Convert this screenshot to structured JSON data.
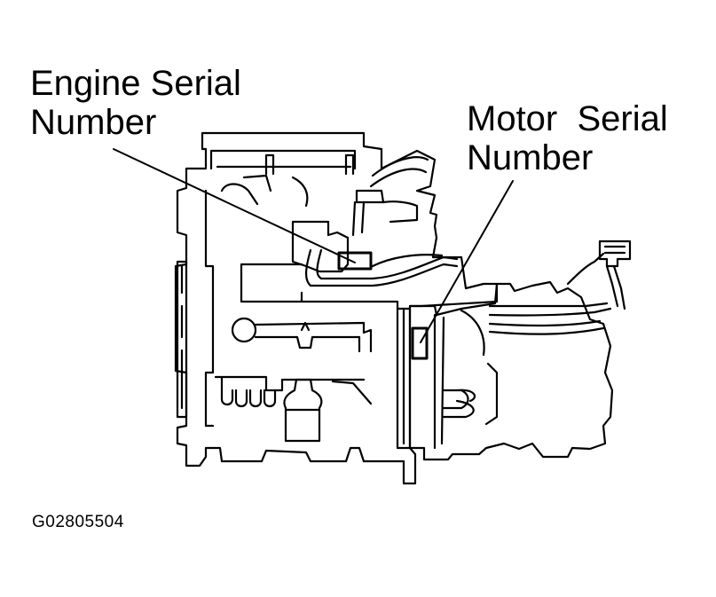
{
  "labels": {
    "engine_line1": "Engine Serial",
    "engine_line2": "Number",
    "motor_line1": "Motor  Serial",
    "motor_line2": "Number"
  },
  "figure_code": "G02805504"
}
